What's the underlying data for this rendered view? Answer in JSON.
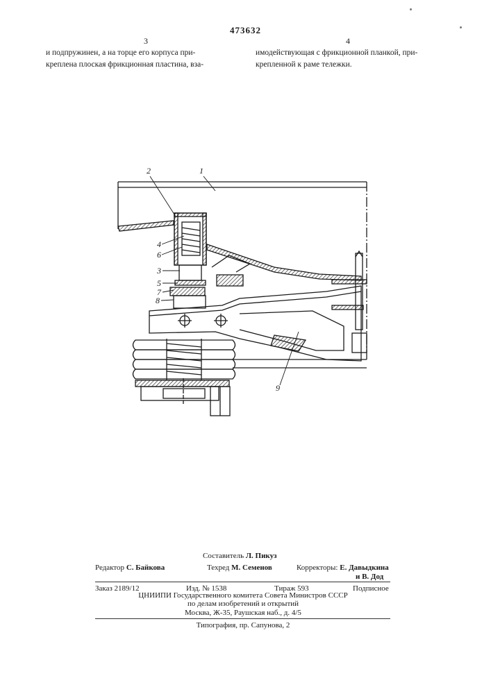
{
  "header": {
    "patent_number": "473632",
    "col_left_number": "3",
    "col_right_number": "4"
  },
  "text": {
    "left_lines": [
      "и подпружинен, а на торце его корпуса при-",
      "креплена плоская фрикционная пластина, вза-"
    ],
    "right_lines": [
      "имодействующая с фрикционной планкой, при-",
      "крепленной к раме тележки."
    ]
  },
  "figure": {
    "labels": [
      "1",
      "2",
      "3",
      "4",
      "5",
      "6",
      "7",
      "8",
      "9"
    ]
  },
  "credits": {
    "compiler_label": "Составитель",
    "compiler_name": "Л. Пикуз",
    "editor_label": "Редактор",
    "editor_name": "С. Байкова",
    "techred_label": "Техред",
    "techred_name": "М. Семенов",
    "correctors_label": "Корректоры:",
    "corrector_1": "Е. Давыдкина",
    "corrector_2": "и В. Дод"
  },
  "imprint": {
    "order": "Заказ 2189/12",
    "izd": "Изд. № 1538",
    "tirazh": "Тираж 593",
    "podpisnoe": "Подписное",
    "org_line_1": "ЦНИИПИ Государственного комитета Совета Министров СССР",
    "org_line_2": "по делам изобретений и открытий",
    "address": "Москва, Ж-35, Раушская наб., д. 4/5",
    "printer": "Типография, пр. Сапунова, 2"
  }
}
